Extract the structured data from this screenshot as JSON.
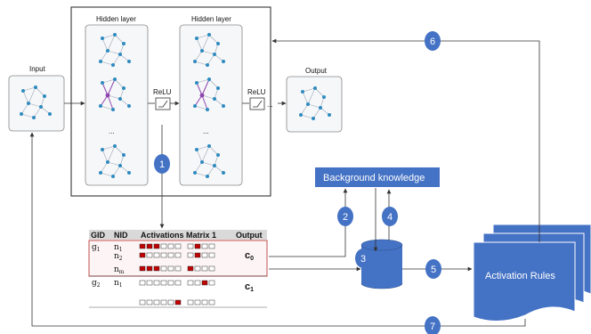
{
  "network": {
    "input_label": "Input",
    "hidden1_label": "Hidden layer",
    "hidden2_label": "Hidden layer",
    "relu1_label": "ReLU",
    "relu2_label": "ReLU",
    "output_label": "Output",
    "ellipsis": "...",
    "dots": "..."
  },
  "background_knowledge": "Background knowledge",
  "activation_rules": "Activation Rules",
  "steps": [
    "1",
    "2",
    "3",
    "4",
    "5",
    "6",
    "7"
  ],
  "table": {
    "headers": [
      "GID",
      "NID",
      "Activations Matrix 1",
      "Output"
    ],
    "groups": [
      {
        "gid": "g",
        "gid_sub": "1",
        "nodes": [
          {
            "n": "n",
            "sub": "1"
          },
          {
            "n": "n",
            "sub": "2"
          },
          {
            "n": "n",
            "sub": "m"
          }
        ],
        "output": "c",
        "output_sub": "0"
      },
      {
        "gid": "g",
        "gid_sub": "2",
        "nodes": [
          {
            "n": "n",
            "sub": "1"
          }
        ],
        "output": "c",
        "output_sub": "1"
      }
    ]
  },
  "colors": {
    "node": "#2e8bc0",
    "highlight": "#8e44ad",
    "box_blue": "#4472c4",
    "red_cell": "#c00000",
    "table_header": "#d9d9d9",
    "group_border": "#c0504d"
  }
}
